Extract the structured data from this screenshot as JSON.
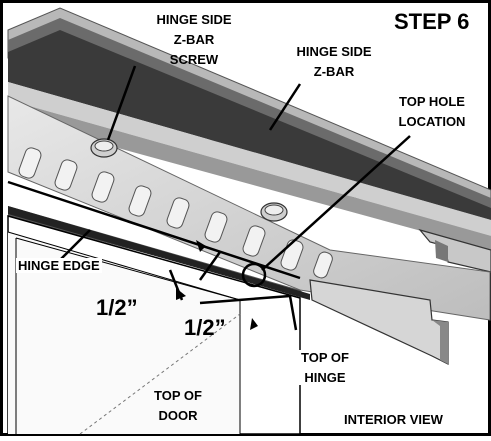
{
  "step_label": "STEP 6",
  "labels": {
    "zbar_screw": [
      "HINGE SIDE",
      "Z-BAR",
      "SCREW"
    ],
    "zbar": [
      "HINGE SIDE",
      "Z-BAR"
    ],
    "top_hole": [
      "TOP HOLE",
      "LOCATION"
    ],
    "hinge_edge": "HINGE EDGE",
    "dim_upper": "1/2”",
    "dim_lower": "1/2”",
    "top_of_hinge": [
      "TOP OF",
      "HINGE"
    ],
    "top_of_door": [
      "TOP OF",
      "DOOR"
    ],
    "view": "INTERIOR VIEW"
  }
}
